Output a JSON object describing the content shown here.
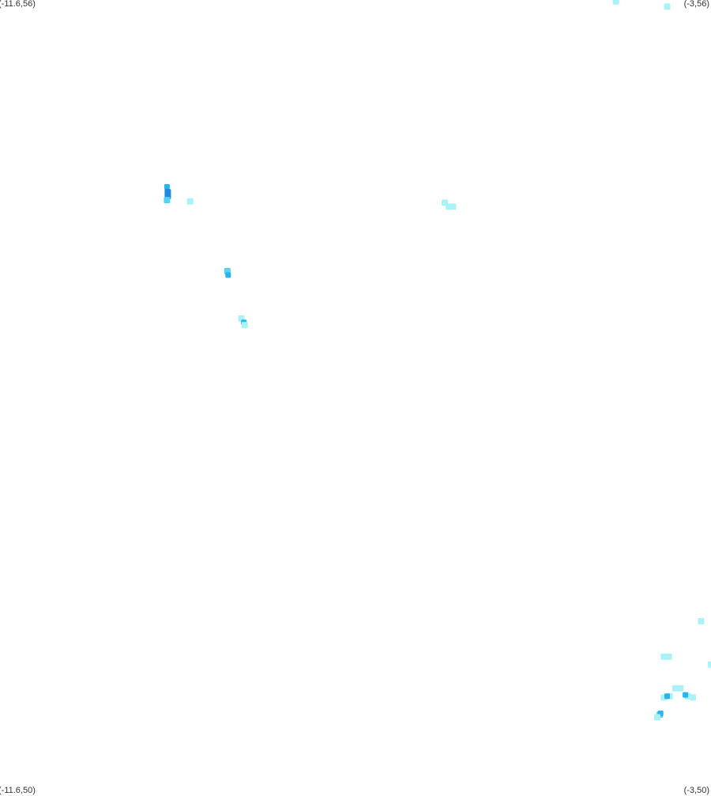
{
  "corner_labels": {
    "top_left": "(-11.6,56)",
    "top_right": "(-3,56)",
    "bottom_left": "(-11.6,50)",
    "bottom_right": "(-3,50)"
  },
  "extent": {
    "lon_min": -11.6,
    "lon_max": -3,
    "lat_min": 50,
    "lat_max": 56
  },
  "colors": {
    "light": "#a9f3f7",
    "medium": "#55d2f5",
    "strong": "#29b3ef",
    "dark": "#1f88e0"
  },
  "points": [
    {
      "lon": -4.15,
      "lat": 55.99,
      "level": "light"
    },
    {
      "lon": -3.53,
      "lat": 55.95,
      "level": "light"
    },
    {
      "lon": -9.58,
      "lat": 54.58,
      "level": "strong"
    },
    {
      "lon": -9.57,
      "lat": 54.54,
      "level": "dark"
    },
    {
      "lon": -9.57,
      "lat": 54.51,
      "level": "dark"
    },
    {
      "lon": -9.58,
      "lat": 54.48,
      "level": "medium"
    },
    {
      "lon": -9.3,
      "lat": 54.47,
      "level": "light"
    },
    {
      "lon": -6.22,
      "lat": 54.46,
      "level": "light"
    },
    {
      "lon": -6.17,
      "lat": 54.43,
      "level": "light"
    },
    {
      "lon": -6.12,
      "lat": 54.43,
      "level": "light"
    },
    {
      "lon": -8.85,
      "lat": 53.94,
      "level": "medium"
    },
    {
      "lon": -8.84,
      "lat": 53.91,
      "level": "strong"
    },
    {
      "lon": -8.68,
      "lat": 53.58,
      "level": "light"
    },
    {
      "lon": -8.65,
      "lat": 53.55,
      "level": "strong"
    },
    {
      "lon": -8.64,
      "lat": 53.53,
      "level": "light"
    },
    {
      "lon": -3.12,
      "lat": 51.28,
      "level": "light"
    },
    {
      "lon": -3.57,
      "lat": 51.01,
      "level": "light"
    },
    {
      "lon": -3.51,
      "lat": 51.01,
      "level": "light"
    },
    {
      "lon": -3.0,
      "lat": 50.95,
      "level": "light"
    },
    {
      "lon": -3.43,
      "lat": 50.77,
      "level": "light"
    },
    {
      "lon": -3.37,
      "lat": 50.77,
      "level": "light"
    },
    {
      "lon": -3.57,
      "lat": 50.7,
      "level": "light"
    },
    {
      "lon": -3.5,
      "lat": 50.71,
      "level": "light"
    },
    {
      "lon": -3.28,
      "lat": 50.71,
      "level": "light"
    },
    {
      "lon": -3.22,
      "lat": 50.7,
      "level": "light"
    },
    {
      "lon": -3.53,
      "lat": 50.71,
      "level": "strong"
    },
    {
      "lon": -3.31,
      "lat": 50.72,
      "level": "strong"
    },
    {
      "lon": -3.62,
      "lat": 50.57,
      "level": "medium"
    },
    {
      "lon": -3.61,
      "lat": 50.58,
      "level": "strong"
    },
    {
      "lon": -3.65,
      "lat": 50.55,
      "level": "light"
    }
  ]
}
